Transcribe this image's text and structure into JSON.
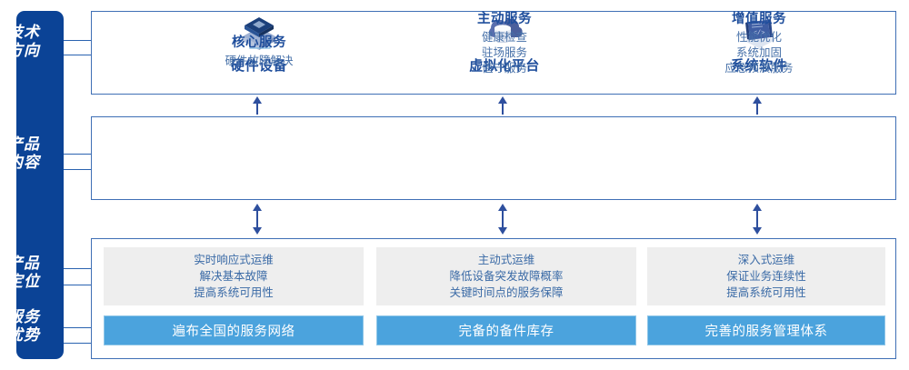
{
  "sidebar": {
    "items": [
      {
        "name": "tech-direction",
        "lines": [
          "技术",
          "方向"
        ]
      },
      {
        "name": "product-content",
        "lines": [
          "产品",
          "内容"
        ]
      },
      {
        "name": "product-positioning",
        "lines": [
          "产品",
          "定位"
        ]
      },
      {
        "name": "service-advantage",
        "lines": [
          "服务",
          "优势"
        ]
      }
    ],
    "bg_color": "#0b4396",
    "text_color": "#ffffff"
  },
  "tech_direction": {
    "columns": [
      {
        "icon": "server-stack-icon",
        "label": "硬件设备"
      },
      {
        "icon": "cloud-database-icon",
        "label": "虚拟化平台"
      },
      {
        "icon": "code-laptop-icon",
        "label": "系统软件"
      }
    ]
  },
  "product_content": {
    "columns": [
      {
        "title": "核心服务",
        "items": [
          "硬件故障解决"
        ]
      },
      {
        "title": "主动服务",
        "items": [
          "健康检查",
          "驻场服务",
          "值守服务"
        ]
      },
      {
        "title": "增值服务",
        "items": [
          "性能优化",
          "系统加固",
          "应急预演服务"
        ]
      }
    ]
  },
  "product_positioning": {
    "cards": [
      {
        "lines": [
          "实时响应式运维",
          "解决基本故障",
          "提高系统可用性"
        ]
      },
      {
        "lines": [
          "主动式运维",
          "降低设备突发故障概率",
          "关键时间点的服务保障"
        ]
      },
      {
        "lines": [
          "深入式运维",
          "保证业务连续性",
          "提高系统可用性"
        ]
      }
    ]
  },
  "service_advantage": {
    "bars": [
      {
        "label": "遍布全国的服务网络"
      },
      {
        "label": "完备的备件库存"
      },
      {
        "label": "完善的服务管理体系"
      }
    ],
    "bar_color": "#4ba3dd"
  },
  "colors": {
    "brand_blue": "#0b4396",
    "box_border": "#3f6fb5",
    "title_blue": "#1f4e9c",
    "body_blue": "#4670a8",
    "card_gray": "#eeeeee",
    "bar_blue": "#4ba3dd",
    "arrow_blue": "#2e4f9e"
  }
}
